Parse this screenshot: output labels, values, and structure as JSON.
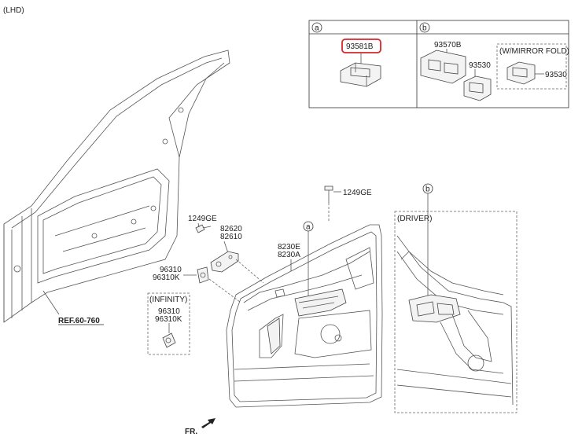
{
  "header": {
    "variant": "(LHD)"
  },
  "legend_box": {
    "col_a": {
      "marker": "a",
      "part": "93581B",
      "highlight_color": "#d9262b"
    },
    "col_b": {
      "marker": "b",
      "part_switch": "93570B",
      "part_small": "93530",
      "mirror_fold_label": "(W/MIRROR FOLD)",
      "mirror_fold_part": "93530"
    }
  },
  "parts": {
    "bolt_top": "1249GE",
    "bolt_left": "1249GE",
    "handle_1": "82620",
    "handle_2": "82610",
    "trim_1": "8230E",
    "trim_2": "8230A",
    "speaker_1": "96310",
    "speaker_2": "96310K",
    "callout_a": "a",
    "callout_b": "b"
  },
  "infinity_box": {
    "label": "(INFINITY)",
    "part_1": "96310",
    "part_2": "96310K"
  },
  "driver_box": {
    "label": "(DRIVER)"
  },
  "reference": {
    "label": "REF.60-760"
  },
  "direction": {
    "label": "FR."
  }
}
